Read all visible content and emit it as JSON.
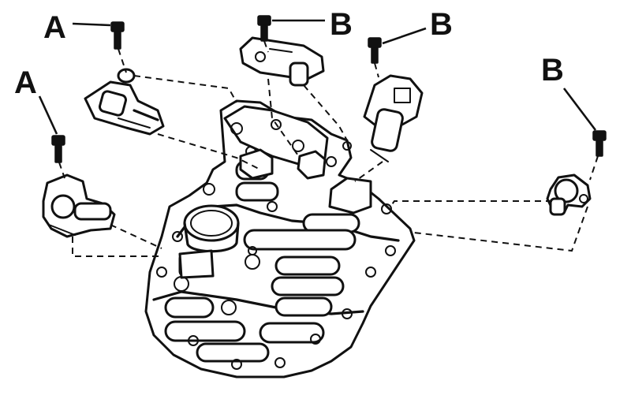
{
  "callouts": [
    {
      "id": "a1",
      "label": "A"
    },
    {
      "id": "b1",
      "label": "B"
    },
    {
      "id": "b2",
      "label": "B"
    },
    {
      "id": "a2",
      "label": "A"
    },
    {
      "id": "b3",
      "label": "B"
    }
  ],
  "colors": {
    "ink": "#111111",
    "paper": "#ffffff"
  }
}
